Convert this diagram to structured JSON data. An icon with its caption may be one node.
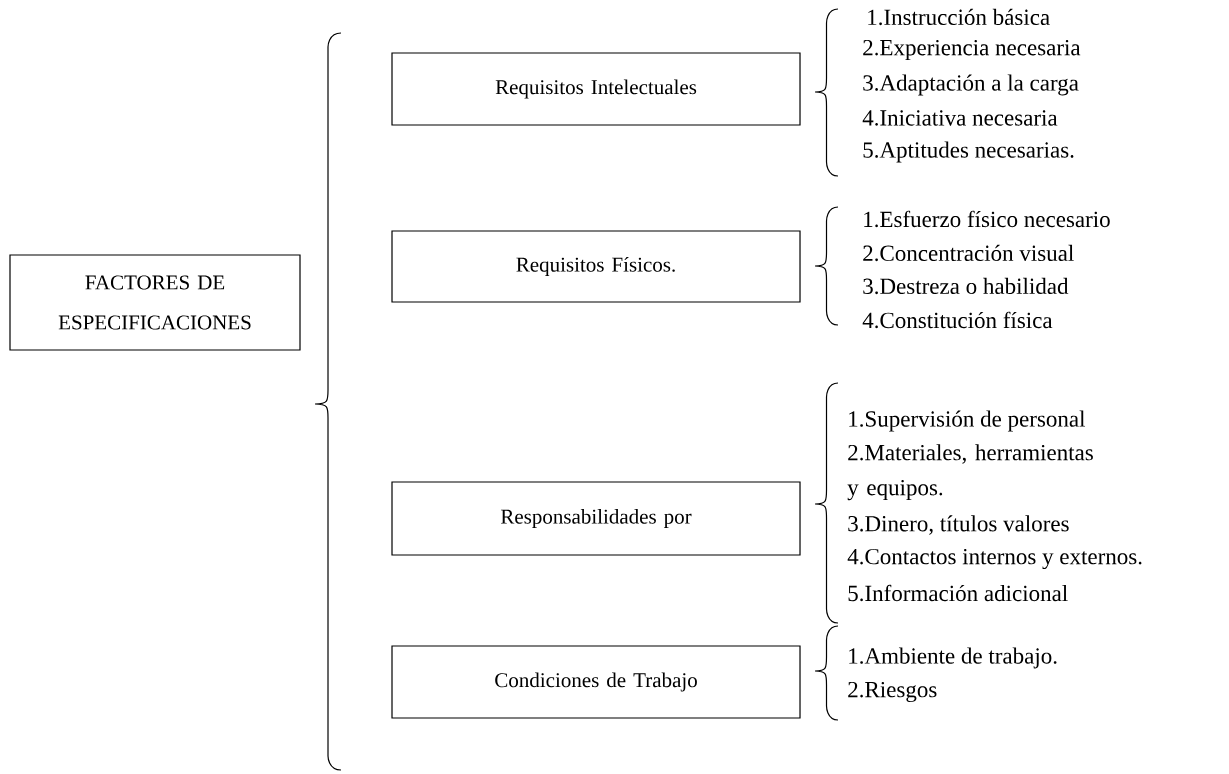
{
  "diagram": {
    "nodes": [
      {
        "text": [
          "FACTORES DE ESPECIFICACIONES"
        ]
      },
      {
        "text": [
          "Requisitos Intelectuales"
        ]
      },
      {
        "text": [
          "Requisitos Físicos."
        ]
      },
      {
        "text": [
          "Responsabilidades por"
        ]
      },
      {
        "text": [
          "Condiciones de Trabajo"
        ]
      }
    ],
    "labels": [
      "1.Instrucción básica",
      "2.Experiencia necesaria",
      "3.Adaptación a la carga",
      "4.Iniciativa necesaria",
      "5.Aptitudes necesarias.",
      "1.Esfuerzo físico necesario",
      "2.Concentración visual",
      "3.Destreza o habilidad",
      "4.Constitución física",
      "1.Supervisión de personal",
      "2.Materiales, herramientas y equipos.",
      "3.Dinero, títulos valores",
      "4.Contactos internos y externos.",
      "5.Información adicional",
      "1.Ambiente de trabajo.",
      "2.Riesgos"
    ]
  }
}
